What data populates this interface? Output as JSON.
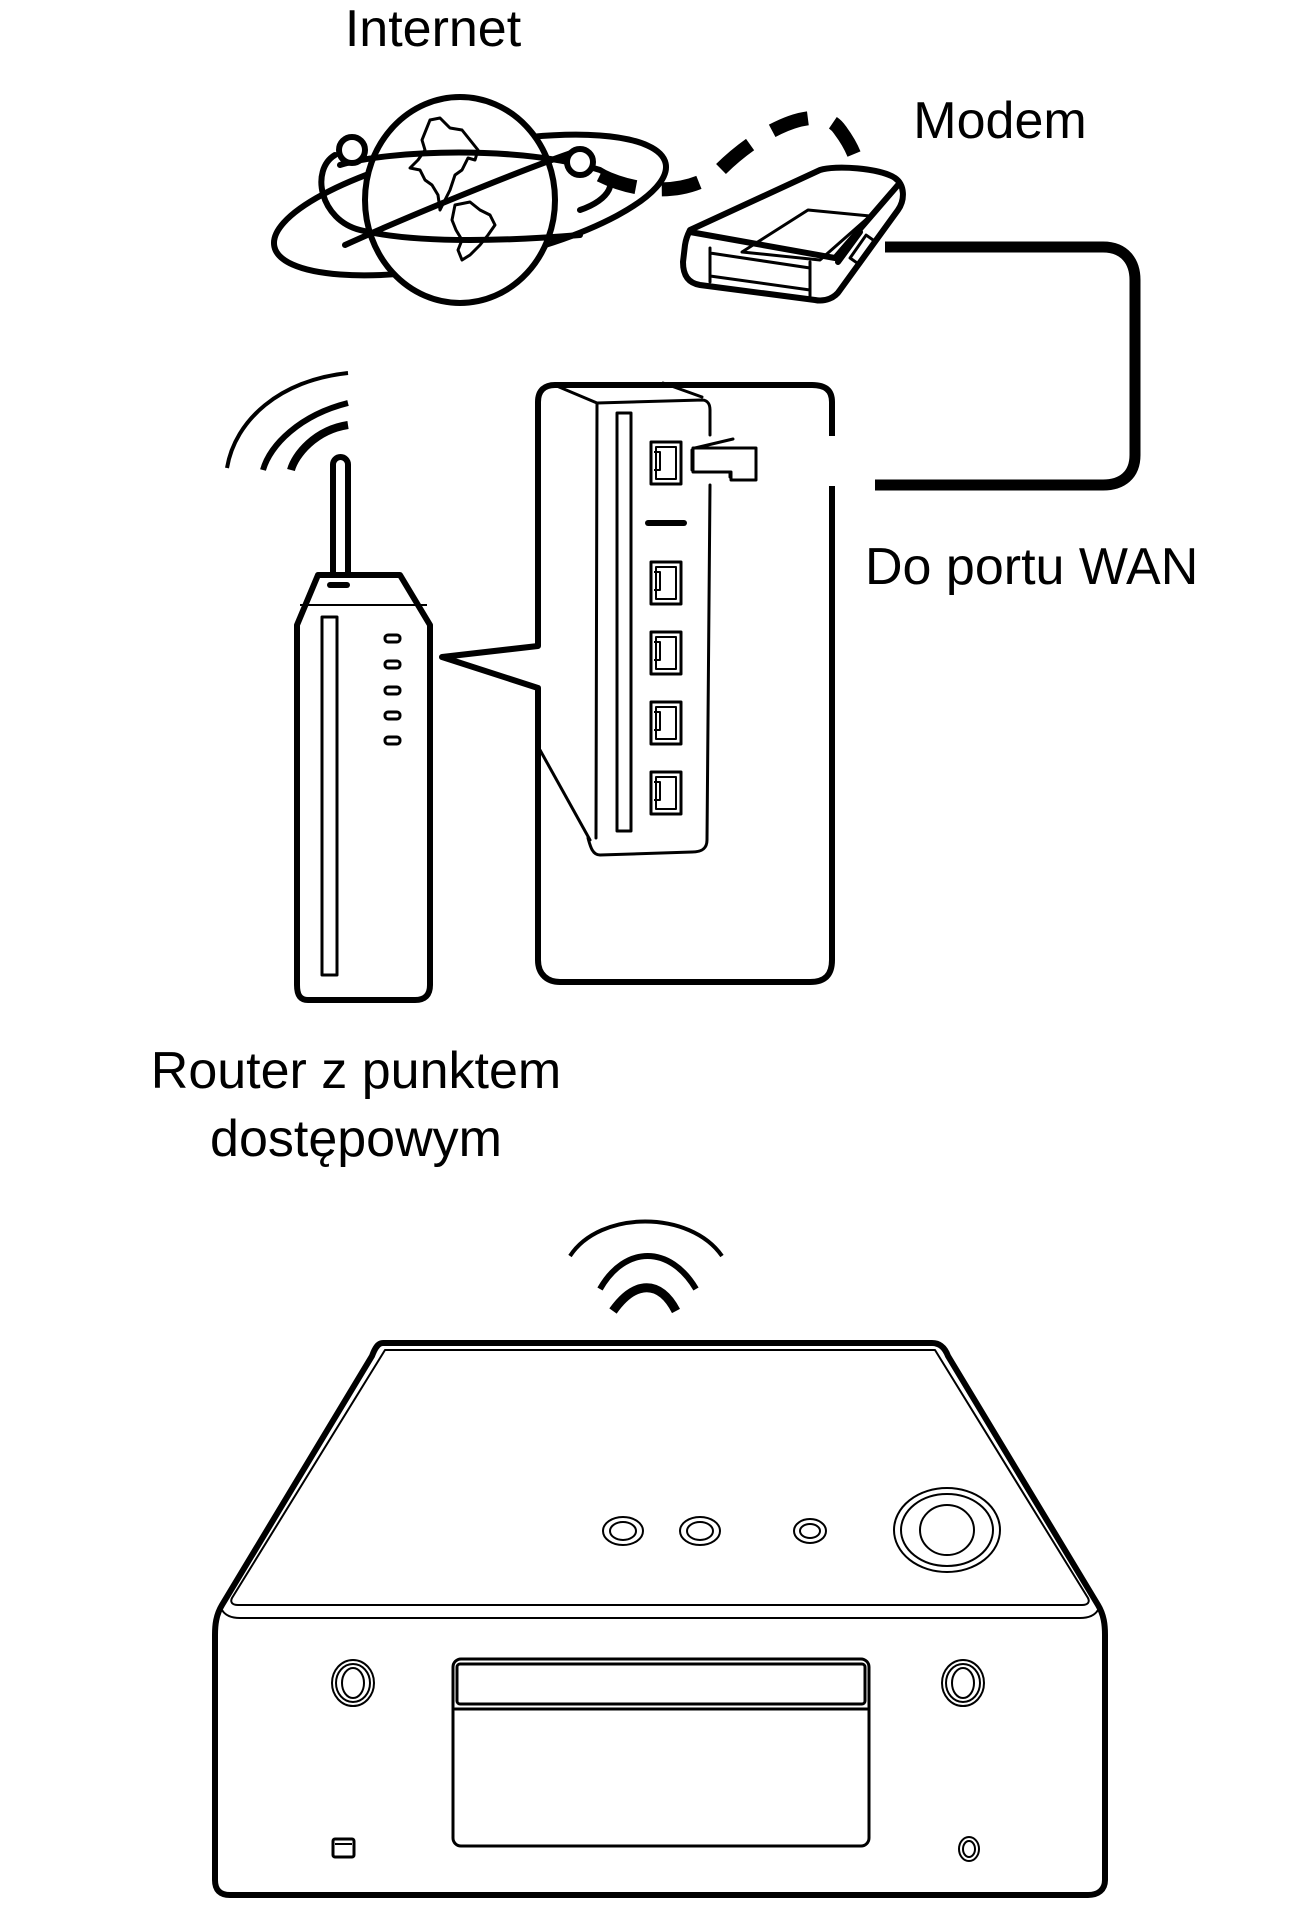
{
  "diagram": {
    "title": "Wireless network connection via access-point router",
    "labels": {
      "internet": "Internet",
      "modem": "Modem",
      "wan_port": "Do portu WAN",
      "router_line1": "Router z punktem",
      "router_line2": "dostępowym"
    },
    "nodes": [
      {
        "id": "internet",
        "icon": "globe-icon",
        "label_key": "internet"
      },
      {
        "id": "modem",
        "icon": "modem-icon",
        "label_key": "modem"
      },
      {
        "id": "router",
        "icon": "wireless-router-icon",
        "label_key": "router_line1"
      },
      {
        "id": "router-rear-panel",
        "icon": "router-ports-callout",
        "ports": {
          "wan": 1,
          "lan": 4
        }
      },
      {
        "id": "audio-system",
        "icon": "network-cd-receiver-icon"
      }
    ],
    "edges": [
      {
        "from": "internet",
        "to": "modem",
        "style": "dashed"
      },
      {
        "from": "modem",
        "to": "router-rear-panel",
        "style": "solid",
        "label_key": "wan_port"
      },
      {
        "from": "router",
        "to": "audio-system",
        "style": "wireless"
      }
    ],
    "colors": {
      "line": "#000000",
      "background": "#ffffff"
    }
  }
}
